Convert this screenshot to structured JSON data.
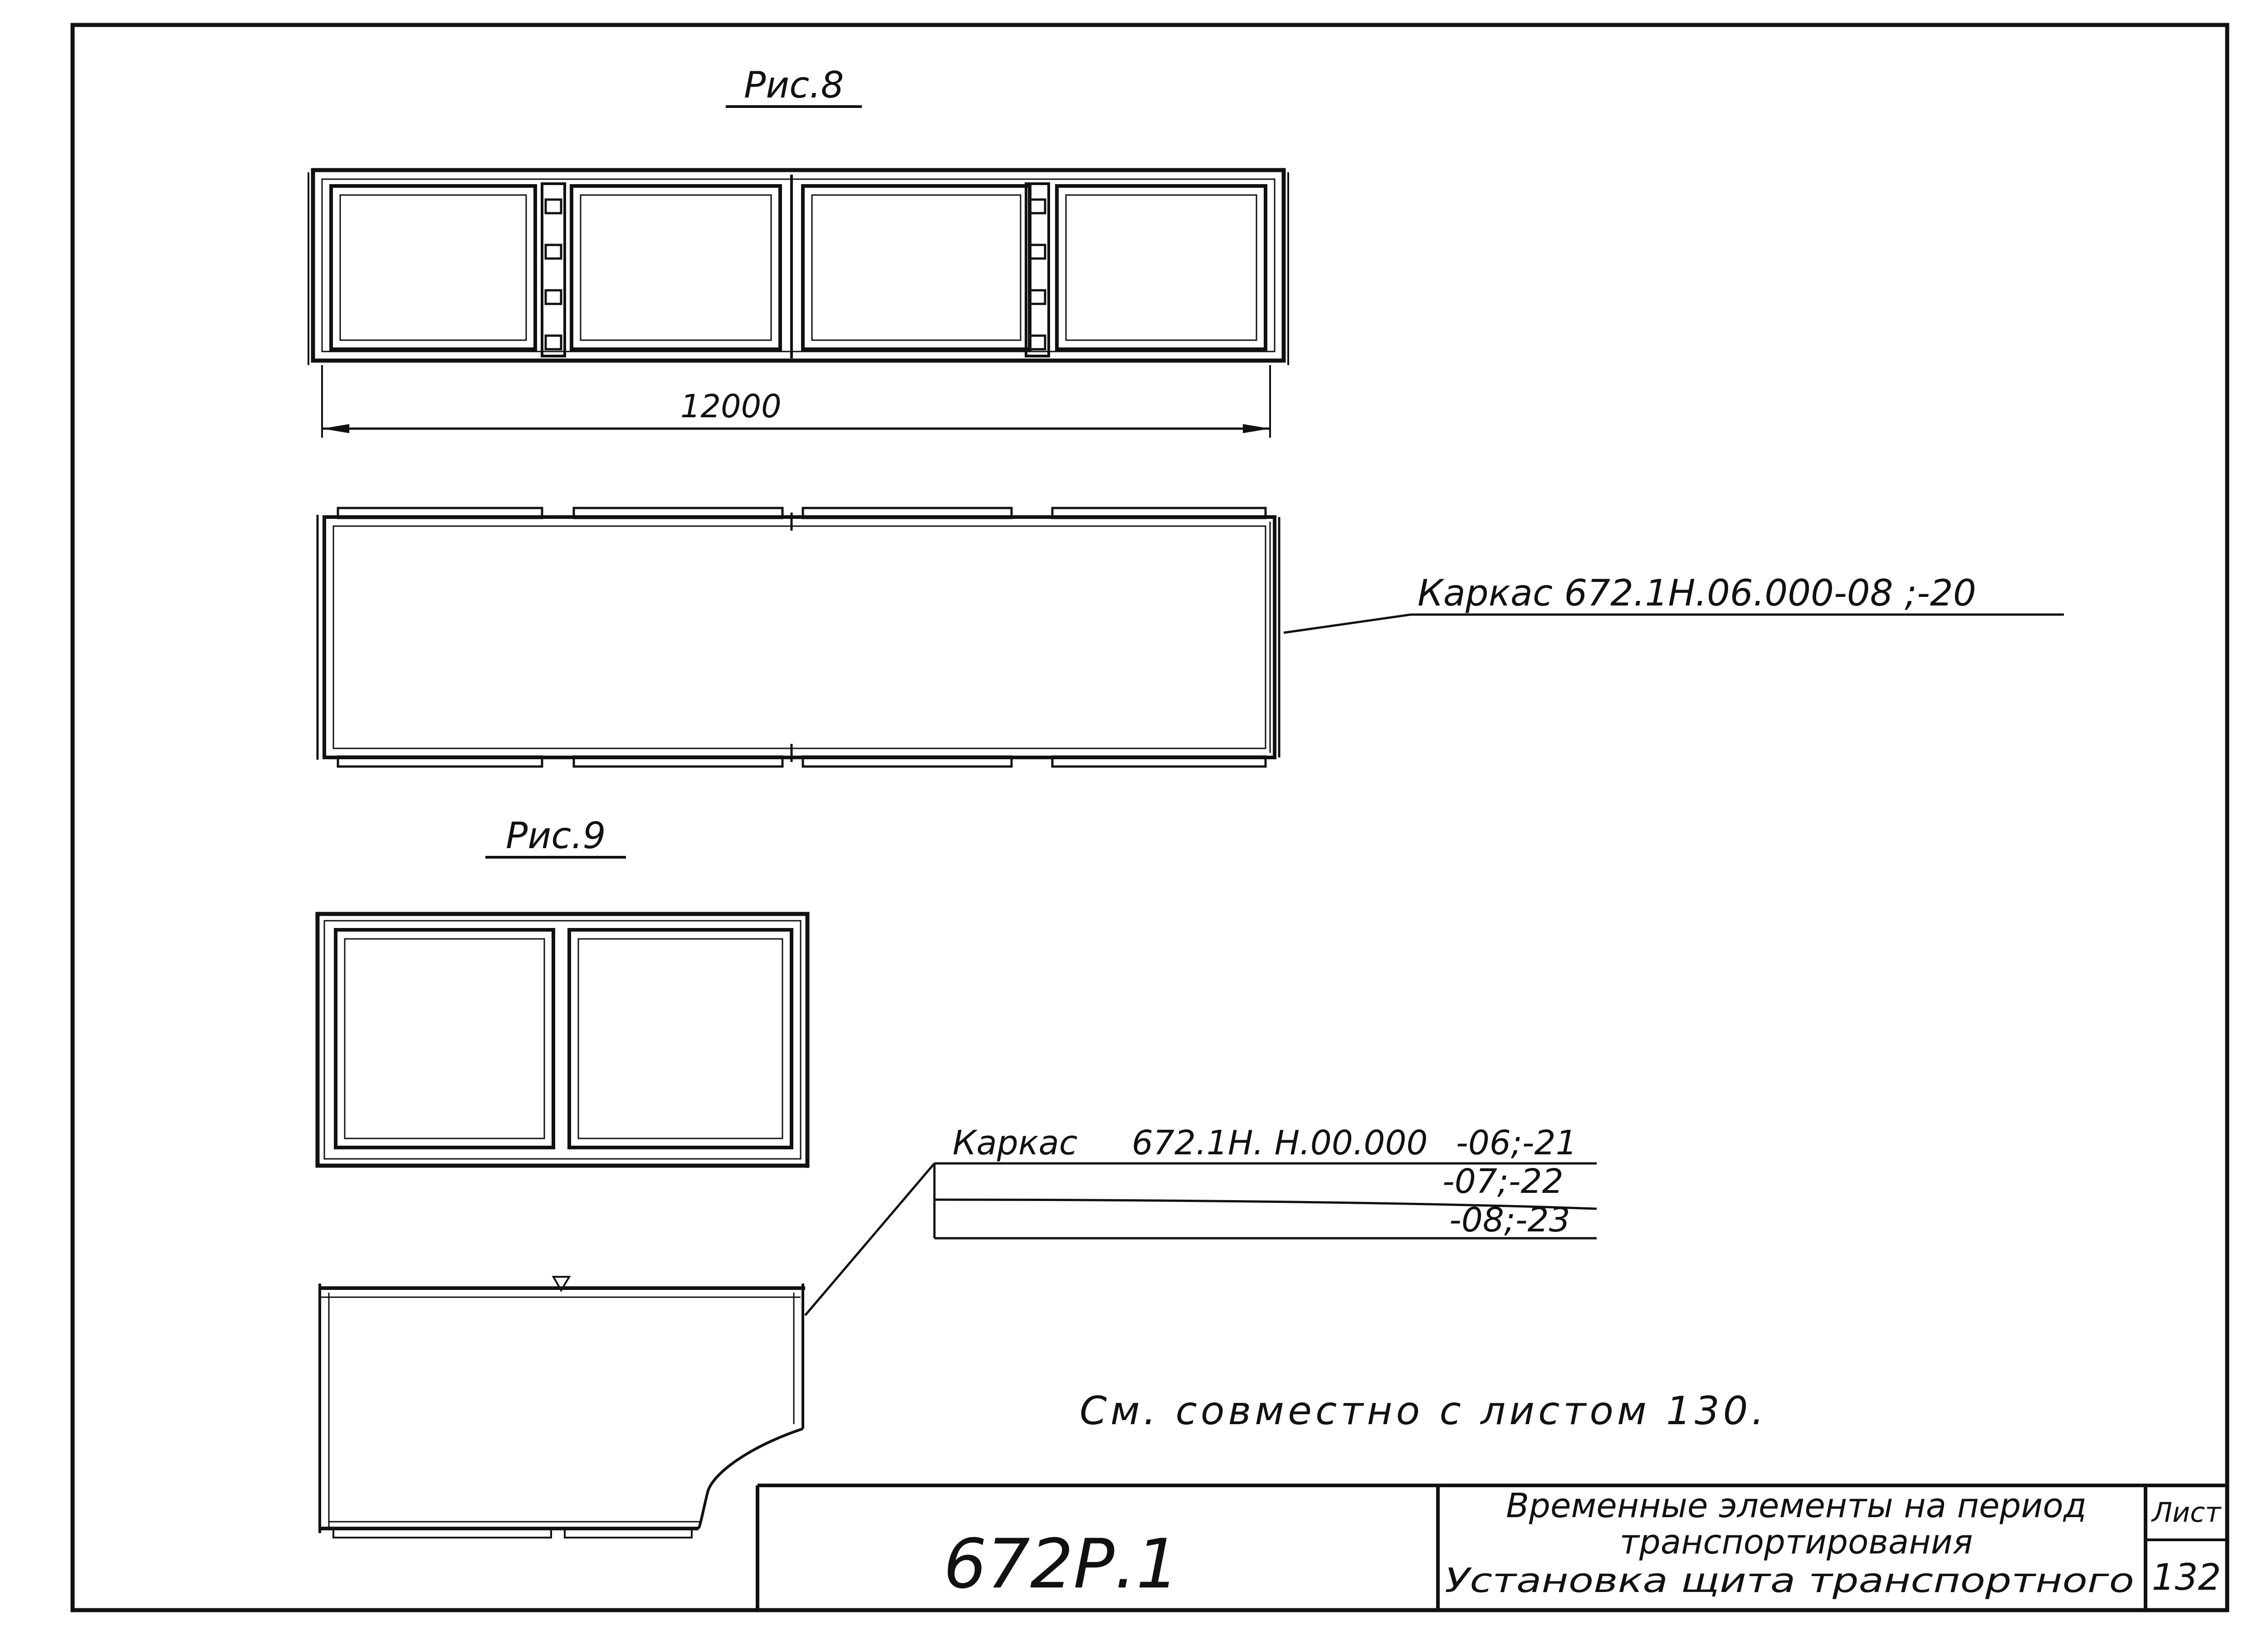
{
  "figure8": {
    "caption": "Рис.8",
    "dimension": "12000",
    "callout": "Каркас 672.1Н.06.000-08 ;-20"
  },
  "figure9": {
    "caption": "Рис.9",
    "callout": {
      "prefix": "Каркас",
      "designation": "672.1Н. Н.00.000",
      "variants": [
        "-06;-21",
        "-07;-22",
        "-08;-23"
      ]
    }
  },
  "note": "См. совместно с листом 130.",
  "title_block": {
    "code": "672Р.1",
    "title_lines": [
      "Временные элементы на период",
      "транспортирования",
      "Установка щита транспортного"
    ],
    "sheet_label": "Лист",
    "sheet_number": "132"
  }
}
